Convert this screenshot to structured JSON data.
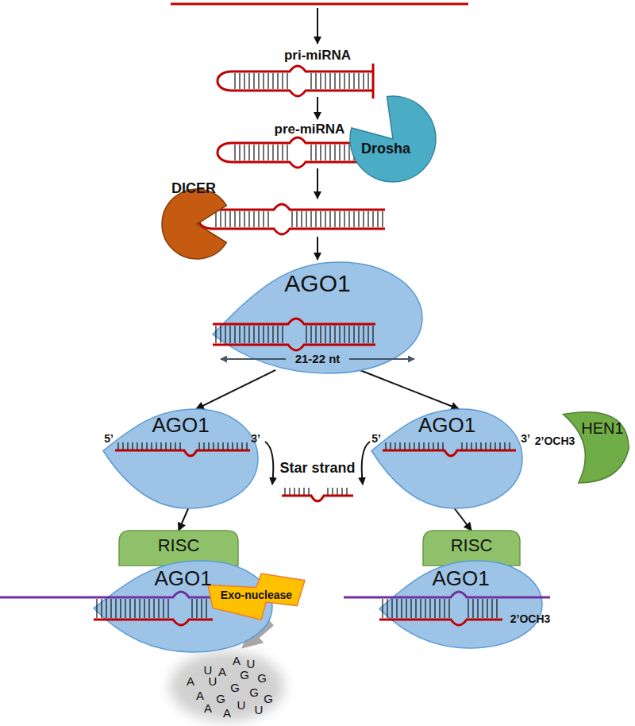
{
  "diagram": {
    "nodes": [
      {
        "text": [
          "Drosha"
        ]
      },
      {
        "text": [
          "DICER"
        ]
      },
      {
        "text": [
          "AGO1"
        ]
      },
      {
        "text": [
          "AGO1"
        ]
      },
      {
        "text": [
          "AGO1"
        ]
      },
      {
        "text": [
          "HEN1"
        ]
      },
      {
        "text": [
          "RISC"
        ]
      },
      {
        "text": [
          "AGO1"
        ]
      },
      {
        "text": [
          "RISC"
        ]
      },
      {
        "text": [
          "AGO1"
        ]
      },
      {
        "text": [
          "Exo-nuclease"
        ]
      }
    ],
    "edges": [
      {
        "from": 2,
        "to": 3,
        "arrow": "to"
      },
      {
        "from": 2,
        "to": 4,
        "arrow": "to"
      },
      {
        "from": 3,
        "to": 6,
        "arrow": "to"
      },
      {
        "from": 4,
        "to": 8,
        "arrow": "to"
      }
    ],
    "labels": [
      "pri-miRNA",
      "pre-miRNA",
      "21-22 nt",
      "5’",
      "3’",
      "Star strand",
      "5’",
      "3’",
      "2’OCH3",
      "2’OCH3",
      "A",
      "U",
      "U",
      "A",
      "G",
      "G",
      "A",
      "U",
      "G",
      "G",
      "A",
      "G",
      "G",
      "A",
      "U",
      "U",
      "A"
    ]
  }
}
